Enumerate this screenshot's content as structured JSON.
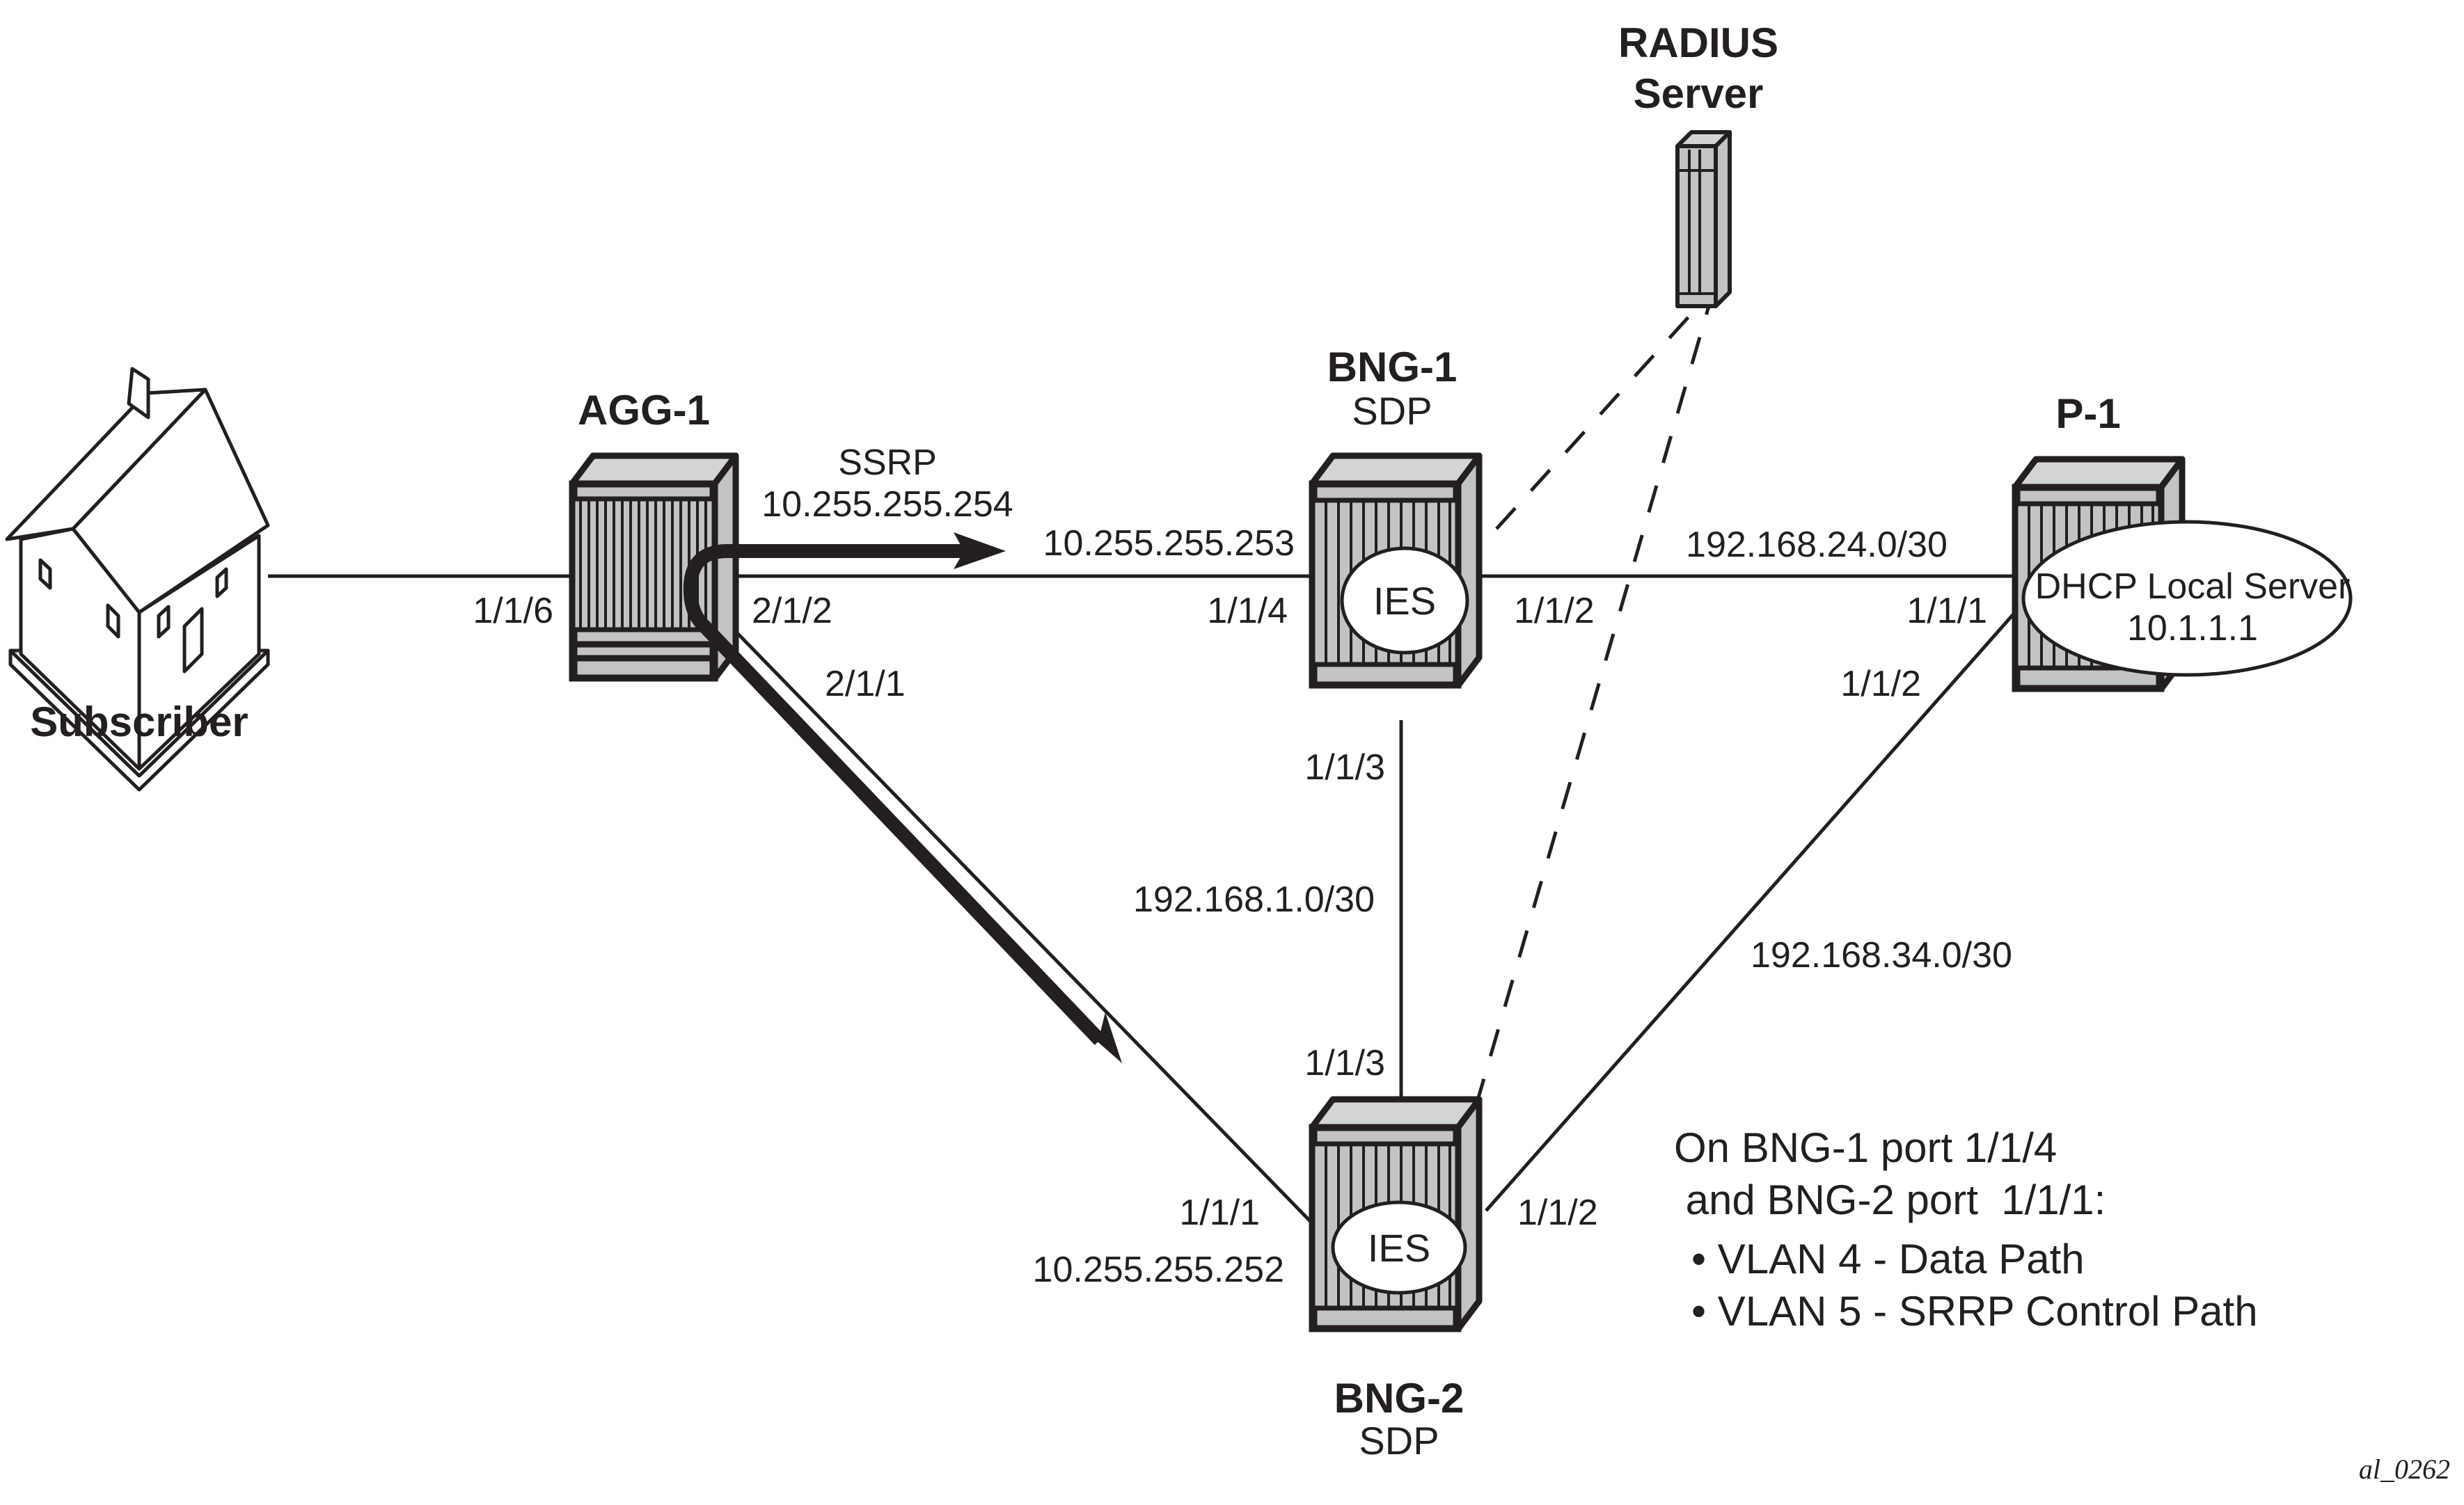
{
  "diagram": {
    "nodes": {
      "subscriber": {
        "label": "Subscriber"
      },
      "agg1": {
        "label": "AGG-1"
      },
      "bng1": {
        "label": "BNG-1",
        "sublabel": "SDP",
        "service": "IES"
      },
      "bng2": {
        "label": "BNG-2",
        "sublabel": "SDP",
        "service": "IES"
      },
      "p1": {
        "label": "P-1",
        "service_line1": "DHCP Local Server",
        "service_line2": "10.1.1.1"
      },
      "radius": {
        "label_line1": "RADIUS",
        "label_line2": "Server"
      }
    },
    "ports": {
      "agg1_to_subscriber": "1/1/6",
      "agg1_to_bng1": "2/1/2",
      "agg1_to_bng2": "2/1/1",
      "bng1_to_agg1": "1/1/4",
      "bng1_to_p1": "1/1/2",
      "bng1_to_bng2": "1/1/3",
      "bng2_to_bng1": "1/1/3",
      "bng2_to_agg1": "1/1/1",
      "bng2_to_p1": "1/1/2",
      "p1_to_bng1": "1/1/1",
      "p1_to_bng2": "1/1/2"
    },
    "addresses": {
      "srrp_label": "SSRP",
      "srrp_gateway": "10.255.255.254",
      "bng1_ies": "10.255.255.253",
      "bng2_ies": "10.255.255.252",
      "subnet_bng1_p1": "192.168.24.0/30",
      "subnet_bng1_bng2": "192.168.1.0/30",
      "subnet_bng2_p1": "192.168.34.0/30"
    },
    "note": {
      "line1": "On BNG-1 port 1/1/4",
      "line2": " and BNG-2 port  1/1/1:",
      "bullets": [
        "• VLAN 4 - Data Path",
        "• VLAN 5 - SRRP Control Path"
      ]
    },
    "figure_id": "al_0262"
  }
}
